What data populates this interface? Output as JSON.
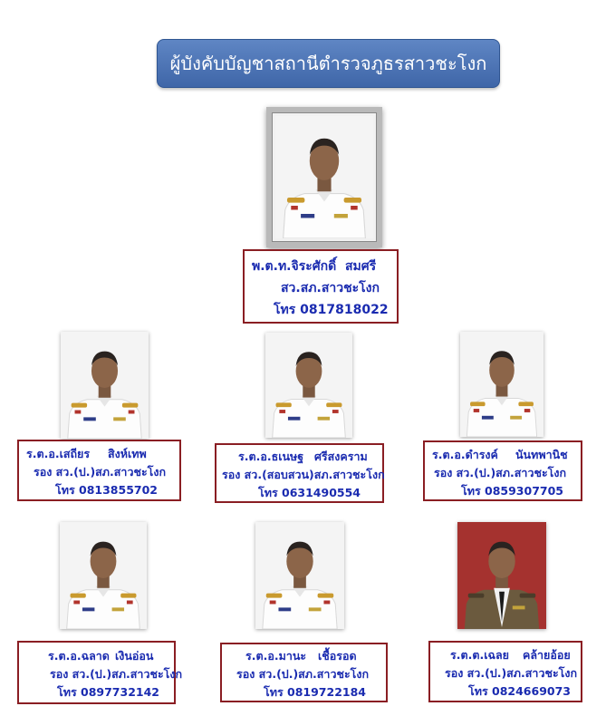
{
  "title": "ผู้บังคับบัญชาสถานีตำรวจภูธรสาวชะโงก",
  "chief": {
    "name": "พ.ต.ท.จิระศักดิ์",
    "surname": "สมศรี",
    "position": "สว.สภ.สาวชะโงก",
    "phone": "โทร  0817818022"
  },
  "deputies": [
    {
      "name": "ร.ต.อ.เสถียร",
      "surname": "สิงห์เทพ",
      "position": "รอง สว.(ป.)สภ.สาวชะโงก",
      "phone": "โทร 0813855702"
    },
    {
      "name": "ร.ต.อ.ธเนษฐ",
      "surname": "ศรีสงคราม",
      "position": "รอง สว.(สอบสวน)สภ.สาวชะโงก",
      "phone": "โทร 0631490554"
    },
    {
      "name": "ร.ต.อ.ดำรงค์",
      "surname": "นันทพานิช",
      "position": "รอง สว.(ป.)สภ.สาวชะโงก",
      "phone": "โทร 0859307705"
    },
    {
      "name": "ร.ต.อ.ฉลาด",
      "surname": "เงินอ่อน",
      "position": "รอง สว.(ป.)สภ.สาวชะโงก",
      "phone": "โทร 0897732142"
    },
    {
      "name": "ร.ต.อ.มานะ",
      "surname": "เชื้อรอด",
      "position": "รอง สว.(ป.)สภ.สาวชะโงก",
      "phone": "โทร 0819722184"
    },
    {
      "name": "ร.ต.ต.เฉลย",
      "surname": "คล้ายอ้อย",
      "position": "รอง สว.(ป.)สภ.สาวชะโงก",
      "phone": "โทร 0824669073"
    }
  ],
  "colors": {
    "banner": "#4f76b8",
    "card_border": "#8a1e23",
    "card_text": "#1a2bb0",
    "uniform_white": "#ffffff",
    "uniform_khaki": "#6b5a3e"
  }
}
